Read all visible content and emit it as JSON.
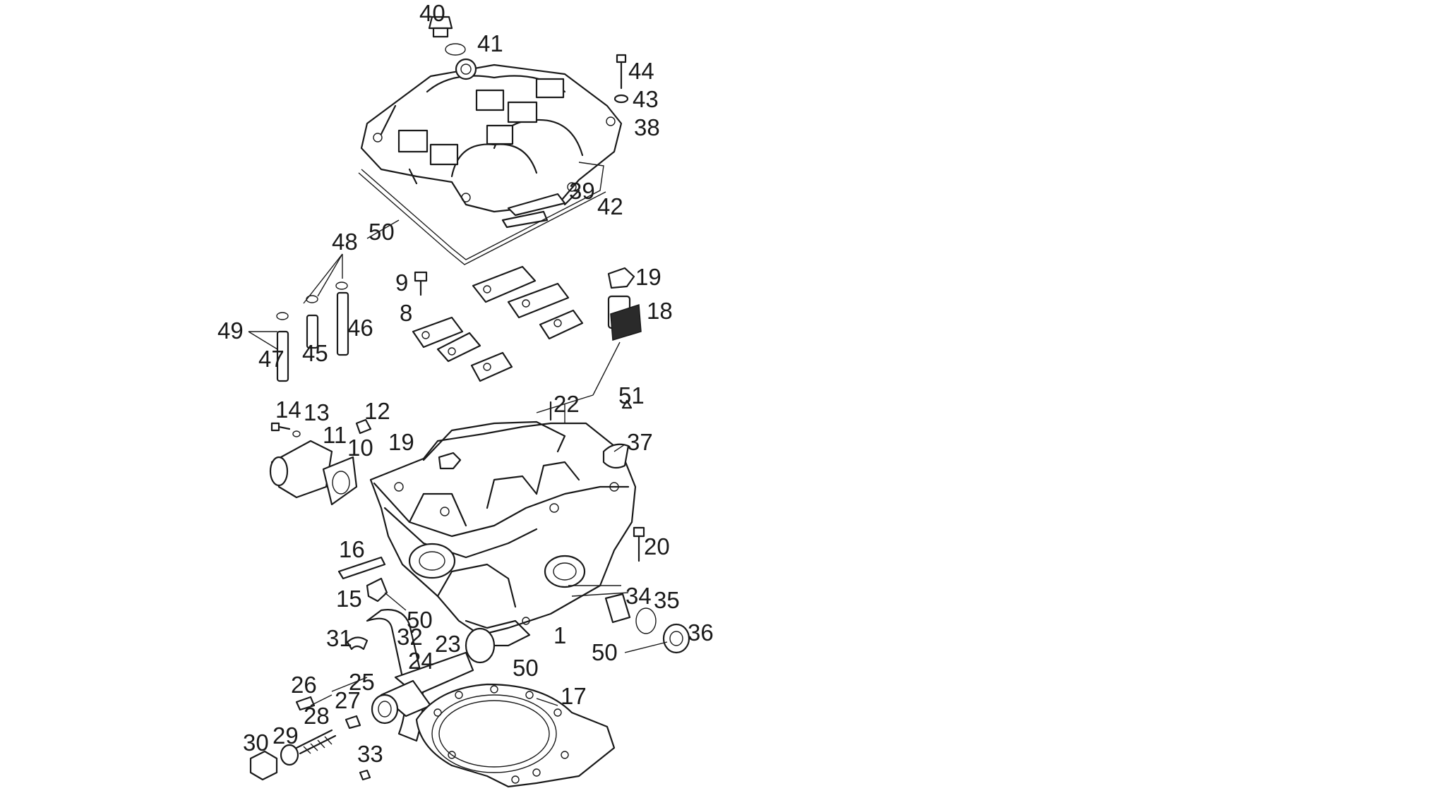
{
  "diagram": {
    "callouts": [
      "40",
      "41",
      "44",
      "43",
      "38",
      "39",
      "42",
      "50",
      "48",
      "9",
      "19",
      "18",
      "8",
      "49",
      "46",
      "47",
      "45",
      "14",
      "13",
      "12",
      "11",
      "10",
      "19",
      "22",
      "51",
      "37",
      "16",
      "20",
      "15",
      "50",
      "34",
      "35",
      "31",
      "32",
      "23",
      "1",
      "36",
      "50",
      "50",
      "24",
      "26",
      "25",
      "27",
      "28",
      "29",
      "30",
      "33",
      "17"
    ],
    "colors": {
      "line": "#1a1a1a",
      "background": "#ffffff"
    }
  }
}
